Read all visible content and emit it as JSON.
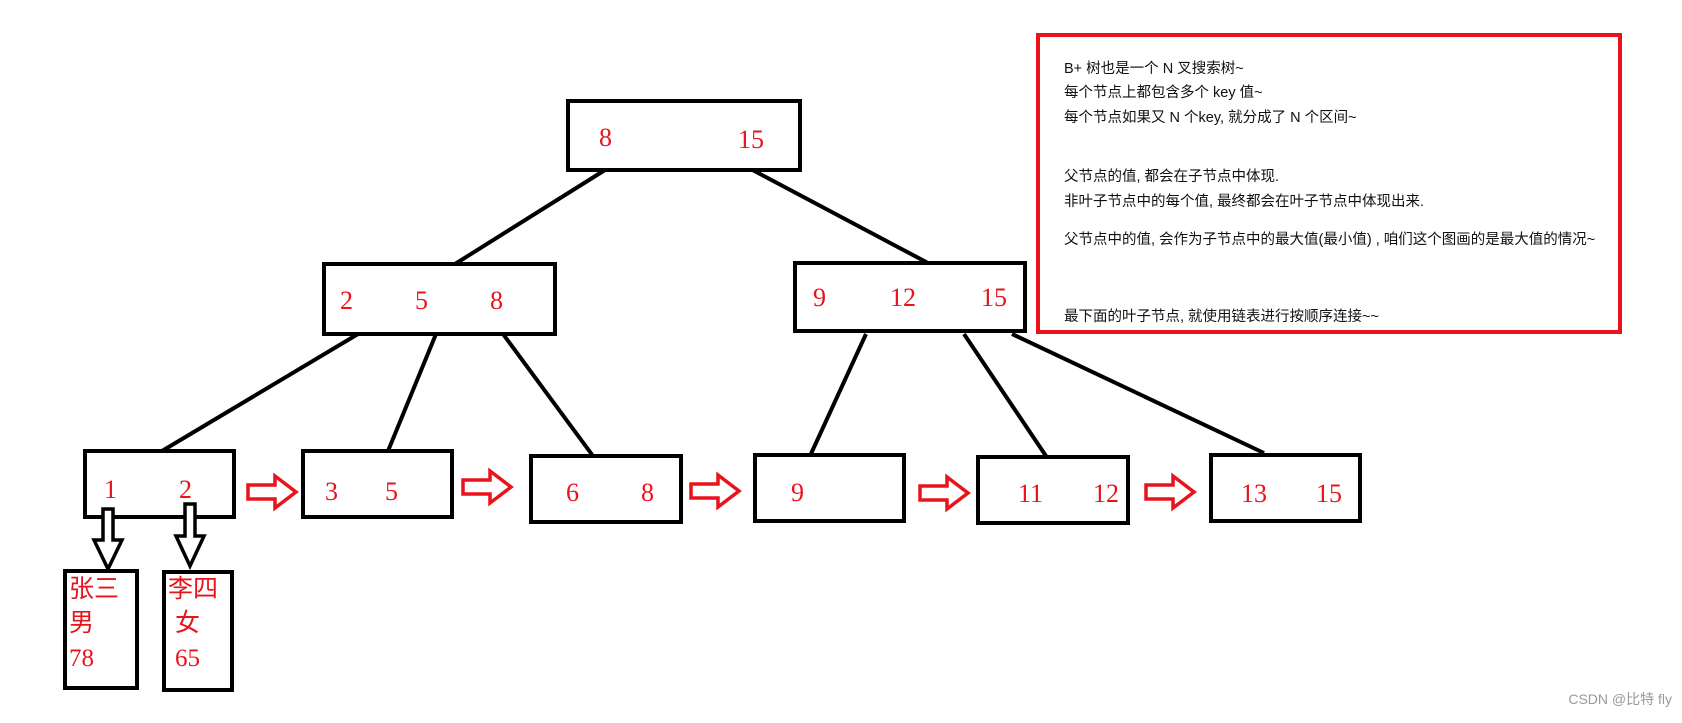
{
  "tree": {
    "root": {
      "keys": [
        "8",
        "15"
      ]
    },
    "internal": [
      {
        "keys": [
          "2",
          "5",
          "8"
        ]
      },
      {
        "keys": [
          "9",
          "12",
          "15"
        ]
      }
    ],
    "leaves": [
      {
        "keys": [
          "1",
          "2"
        ]
      },
      {
        "keys": [
          "3",
          "5"
        ]
      },
      {
        "keys": [
          "6",
          "8"
        ]
      },
      {
        "keys": [
          "9"
        ]
      },
      {
        "keys": [
          "11",
          "12"
        ]
      },
      {
        "keys": [
          "13",
          "15"
        ]
      }
    ],
    "records": [
      {
        "lines": [
          "张三",
          "男",
          "78"
        ]
      },
      {
        "lines": [
          "李四",
          "女",
          "65"
        ]
      }
    ]
  },
  "notes": [
    "B+ 树也是一个 N 叉搜索树~",
    "每个节点上都包含多个 key 值~",
    "每个节点如果又 N 个key, 就分成了 N 个区间~",
    "父节点的值, 都会在子节点中体现.",
    "非叶子节点中的每个值, 最终都会在叶子节点中体现出来.",
    "父节点中的值, 会作为子节点中的最大值(最小值) , 咱们这个图画的是最大值的情况~",
    "最下面的叶子节点, 就使用链表进行按顺序连接~~"
  ],
  "watermark": "CSDN @比特 fly",
  "colors": {
    "key_text": "#e8131b",
    "border": "#000000",
    "notes_border": "#e8131b"
  }
}
